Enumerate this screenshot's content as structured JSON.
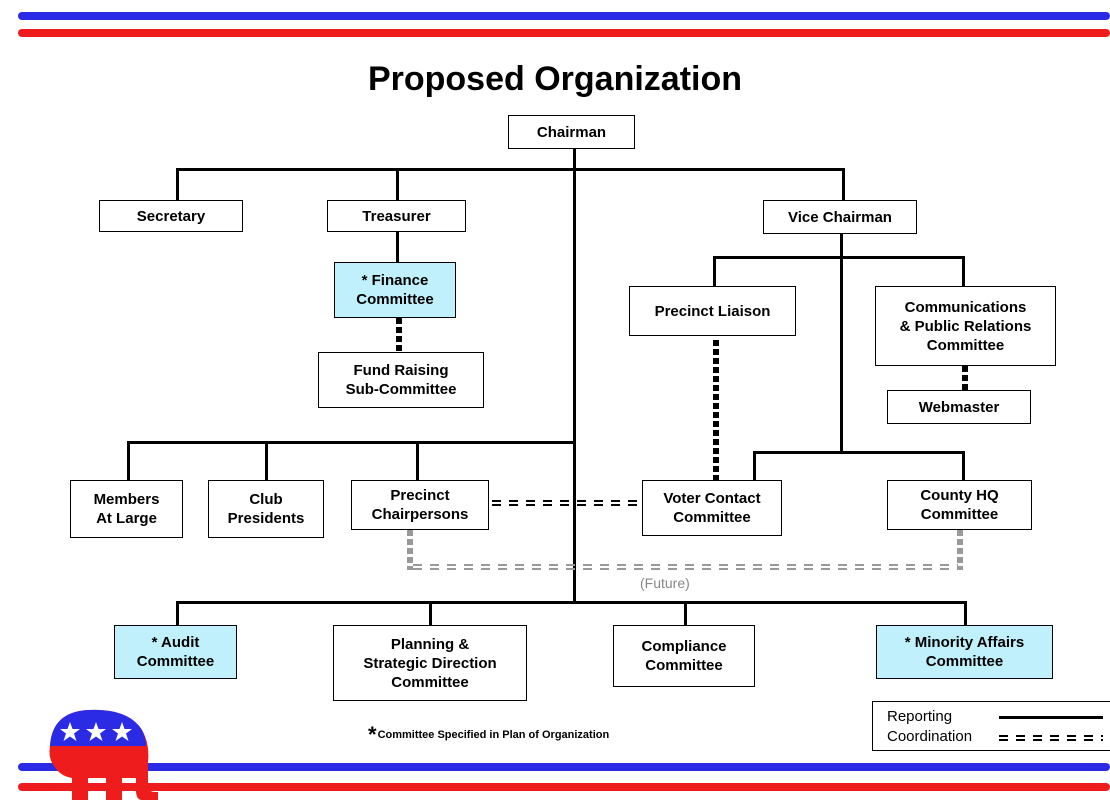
{
  "title": "Proposed Organization",
  "colors": {
    "stripe_blue": "#2b2be6",
    "stripe_red": "#ee1c1c",
    "highlight": "#bff0fb"
  },
  "boxes": {
    "chairman": "Chairman",
    "secretary": "Secretary",
    "treasurer": "Treasurer",
    "vice_chairman": "Vice Chairman",
    "finance": "* Finance\nCommittee",
    "fund_raising": "Fund Raising\nSub-Committee",
    "precinct_liaison": "Precinct Liaison",
    "communications": "Communications\n& Public Relations\nCommittee",
    "webmaster": "Webmaster",
    "members_at_large": "Members\nAt Large",
    "club_presidents": "Club\nPresidents",
    "precinct_chairpersons": "Precinct\nChairpersons",
    "voter_contact": "Voter Contact\nCommittee",
    "county_hq": "County HQ\nCommittee",
    "audit": "* Audit\nCommittee",
    "planning": "Planning &\nStrategic Direction\nCommittee",
    "compliance": "Compliance\nCommittee",
    "minority_affairs": "* Minority Affairs\nCommittee"
  },
  "future_label": "(Future)",
  "footnote": {
    "star": "*",
    "text": "Committee Specified in Plan of Organization"
  },
  "legend": {
    "reporting": "Reporting",
    "coordination": "Coordination"
  },
  "logo_icon": "republican-elephant-icon"
}
